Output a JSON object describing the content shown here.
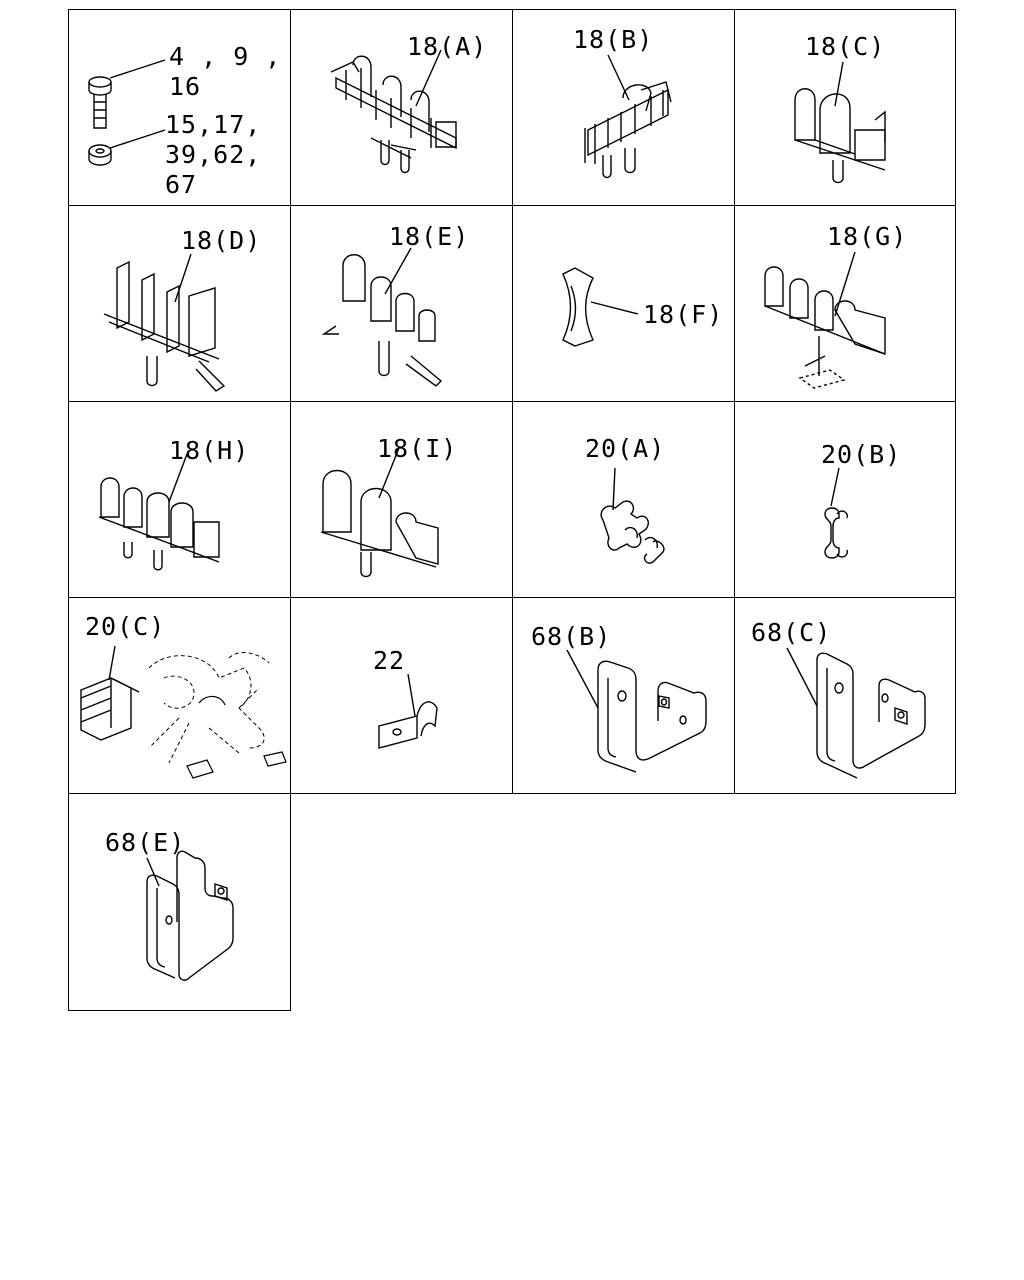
{
  "cells": [
    {
      "name": "fasteners",
      "labels": [
        "4 , 9 ,",
        "16",
        "15,17,",
        "39,62,",
        "67"
      ]
    },
    {
      "name": "clip-18a",
      "labels": [
        "18(A)"
      ]
    },
    {
      "name": "clip-18b",
      "labels": [
        "18(B)"
      ]
    },
    {
      "name": "clip-18c",
      "labels": [
        "18(C)"
      ]
    },
    {
      "name": "clip-18d",
      "labels": [
        "18(D)"
      ]
    },
    {
      "name": "clip-18e",
      "labels": [
        "18(E)"
      ]
    },
    {
      "name": "clip-18f",
      "labels": [
        "18(F)"
      ]
    },
    {
      "name": "clip-18g",
      "labels": [
        "18(G)"
      ]
    },
    {
      "name": "clip-18h",
      "labels": [
        "18(H)"
      ]
    },
    {
      "name": "clip-18i",
      "labels": [
        "18(I)"
      ]
    },
    {
      "name": "clip-20a",
      "labels": [
        "20(A)"
      ]
    },
    {
      "name": "clip-20b",
      "labels": [
        "20(B)"
      ]
    },
    {
      "name": "clip-20c",
      "labels": [
        "20(C)"
      ]
    },
    {
      "name": "bracket-22",
      "labels": [
        "22"
      ]
    },
    {
      "name": "bracket-68b",
      "labels": [
        "68(B)"
      ]
    },
    {
      "name": "bracket-68c",
      "labels": [
        "68(C)"
      ]
    },
    {
      "name": "bracket-68e",
      "labels": [
        "68(E)"
      ]
    }
  ]
}
